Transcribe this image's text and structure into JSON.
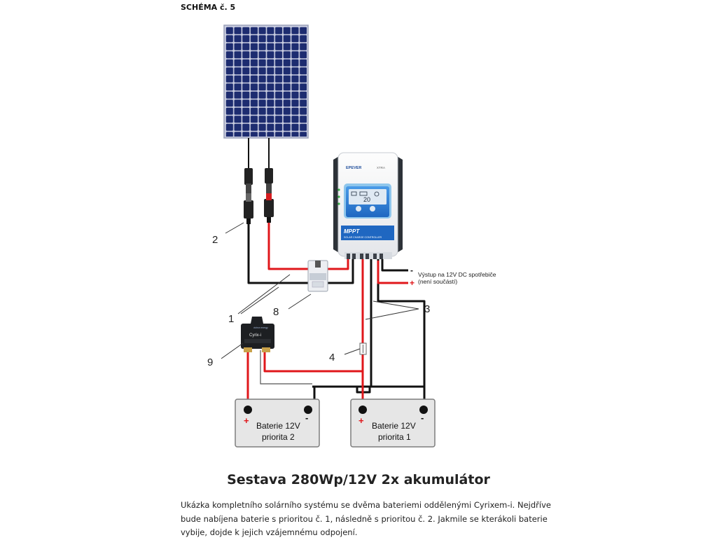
{
  "header": "SCHÉMA č. 5",
  "controller": {
    "brand": "EPEVER",
    "model": "XTRA",
    "display_value": "20",
    "badge": "MPPT",
    "subtitle": "SOLAR CHARGE CONTROLLER"
  },
  "output_note": {
    "minus_sign": "-",
    "plus_sign": "+",
    "line1": "Výstup na 12V DC spotřebiče",
    "line2": "(není součástí)"
  },
  "labels": [
    "1",
    "2",
    "3",
    "4",
    "8",
    "9"
  ],
  "cyrix": {
    "brand": "victron energy",
    "name": "Cyrix-i"
  },
  "batteries": [
    {
      "name": "Baterie 12V",
      "priority": "priorita 2",
      "plus": "+",
      "minus": "-"
    },
    {
      "name": "Baterie 12V",
      "priority": "priorita 1",
      "plus": "+",
      "minus": "-"
    }
  ],
  "colors": {
    "positive": "#e0171b",
    "negative": "#111111",
    "battery_fill": "#e6e6e6",
    "panel": "#1b2a6b",
    "lcd": "#2f7fd4"
  },
  "title": "Sestava 280Wp/12V 2x akumulátor",
  "description": [
    "Ukázka kompletního solárního systému se dvěma bateriemi oddělenými Cyrixem-i. Nejdříve",
    "bude nabíjena baterie s prioritou č. 1, následně s prioritou č. 2. Jakmile se kterákoli baterie",
    "vybije, dojde k jejich vzájemnému odpojení."
  ]
}
